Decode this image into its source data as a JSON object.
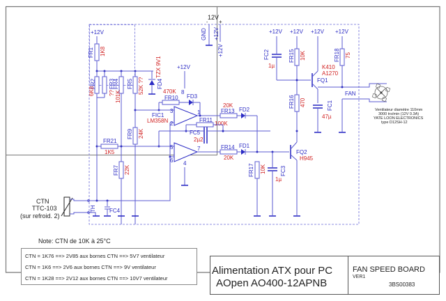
{
  "supply": {
    "connector_label": "12V",
    "gnd_label": "GND",
    "plus12_label": "+12V",
    "plus12_label_2": "+12V",
    "minus_sign": "-",
    "plus_sign": "+",
    "rails": [
      "+12V",
      "+12V",
      "+12V",
      "+12V",
      "+12V",
      "+12V"
    ]
  },
  "components": {
    "FR1": {
      "name": "FR1",
      "value": "1K8"
    },
    "FR2": {
      "name": "FR2",
      "value": "6K8"
    },
    "FR3": {
      "name": "FR3",
      "value": "??"
    },
    "FR4": {
      "name": "FR4",
      "value": "101K"
    },
    "FR5": {
      "name": "FR5",
      "value": "52K ??"
    },
    "FD4": {
      "name": "FD4",
      "value": "TZX 9V1"
    },
    "FR10": {
      "name": "FR10",
      "value": "470K"
    },
    "FD3": {
      "name": "FD3"
    },
    "FIC1": {
      "name": "FIC1",
      "value": "LM358N"
    },
    "FR13": {
      "name": "FR13",
      "value": "20K"
    },
    "FD2": {
      "name": "FD2"
    },
    "FR11": {
      "name": "FR11",
      "value": "100K"
    },
    "FC5": {
      "name": "FC5",
      "value": "2µ2"
    },
    "FR9": {
      "name": "FR9",
      "value": "24K"
    },
    "FR21": {
      "name": "FR21",
      "value": "1K5"
    },
    "FR7": {
      "name": "FR7",
      "value": "22K"
    },
    "FR14": {
      "name": "FR14",
      "value": "20K"
    },
    "FD1": {
      "name": "FD1"
    },
    "FR17": {
      "name": "FR17",
      "value": "10K"
    },
    "FC3": {
      "name": "FC3",
      "value": "1µ"
    },
    "FQ2": {
      "name": "FQ2",
      "value": "H945"
    },
    "FC2": {
      "name": "FC2",
      "value": "1µ"
    },
    "FR15": {
      "name": "FR15",
      "value": "10K"
    },
    "FR16": {
      "name": "FR16",
      "value": "470"
    },
    "FQ1": {
      "name": "FQ1",
      "value": "K410",
      "value2": "A1270"
    },
    "FC1": {
      "name": "FC1",
      "value": "47µ"
    },
    "FR18": {
      "name": "FR18",
      "value": "75"
    },
    "TH": {
      "name": "TH"
    },
    "FC4": {
      "name": "FC4"
    }
  },
  "pins": {
    "p1": "1",
    "p2": "2",
    "p3": "3",
    "p4": "4",
    "p5": "5",
    "p6": "6",
    "p7": "7",
    "p8": "8"
  },
  "fan": {
    "label": "FAN",
    "desc": [
      "Ventilateur diamètre 110mm",
      "3000 trs/min   (12V 0.3A)",
      "YATE LOON ELECTRONICS",
      "type D12SH-12"
    ]
  },
  "ctn": {
    "lines": [
      "CTN",
      "TTC-103",
      "(sur refroid. 2)"
    ]
  },
  "notes": {
    "note": "Note: CTN de 10K à 25°C",
    "table": [
      "CTN = 1K76 ==> 2V85 aux bornes CTN ==> 5V7 ventilateur",
      "CTN = 1K6 ==> 2V6 aux bornes CTN ==> 9V ventilateur",
      "CTN = 1K28 ==> 2V12 aux bornes CTN ==> 10V7 ventilateur"
    ]
  },
  "title_block": {
    "title_line1": "Alimentation ATX pour PC",
    "title_line2": "AOpen AO400-12APNB",
    "board": "FAN SPEED BOARD",
    "version": "VER1",
    "code": "3BS00383"
  }
}
